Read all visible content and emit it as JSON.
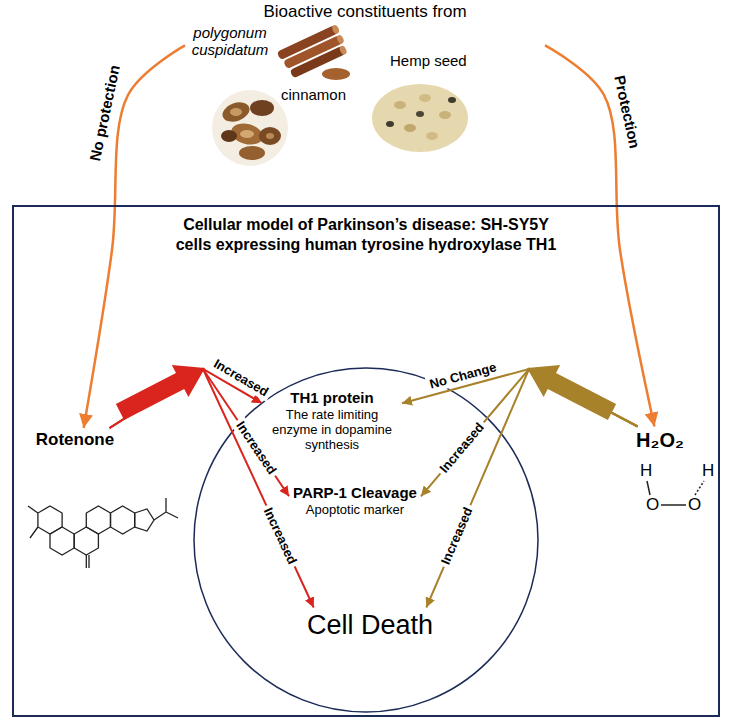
{
  "diagram": {
    "nodes": [
      {
        "text": [
          "Bioactive constituents from",
          "polygonum cuspidatum",
          "cinnamon",
          "Hemp seed"
        ]
      },
      {
        "text": [
          "Cellular model of Parkinson’s disease: SH-SY5Y cells expressing human tyrosine hydroxylase TH1"
        ]
      },
      {
        "text": [
          "Rotenone"
        ],
        "in": 1
      },
      {
        "text": [
          "H₂O₂"
        ],
        "in": 1
      },
      {
        "text": [
          "TH1 protein",
          "The rate limiting enzyme in dopamine synthesis"
        ],
        "in": 1
      },
      {
        "text": [
          "PARP-1 Cleavage",
          "Apoptotic marker"
        ],
        "in": 1
      },
      {
        "text": [
          "Cell Death"
        ],
        "in": 1
      }
    ],
    "edges": [
      {
        "from": 0,
        "to": 2,
        "label": "No protection",
        "arrow": "to"
      },
      {
        "from": 0,
        "to": 3,
        "label": "Protection",
        "arrow": "to"
      },
      {
        "from": 2,
        "to": 4,
        "label": "Increased",
        "arrow": "to"
      },
      {
        "from": 2,
        "to": 5,
        "label": "Increased",
        "arrow": "to"
      },
      {
        "from": 2,
        "to": 6,
        "label": "Increased",
        "arrow": "to"
      },
      {
        "from": 3,
        "to": 4,
        "label": "No Change",
        "arrow": "to"
      },
      {
        "from": 3,
        "to": 5,
        "label": "Increased",
        "arrow": "to"
      },
      {
        "from": 3,
        "to": 6,
        "label": "Increased",
        "arrow": "to"
      }
    ],
    "labels": [
      "H",
      "O",
      "O",
      "H"
    ]
  }
}
